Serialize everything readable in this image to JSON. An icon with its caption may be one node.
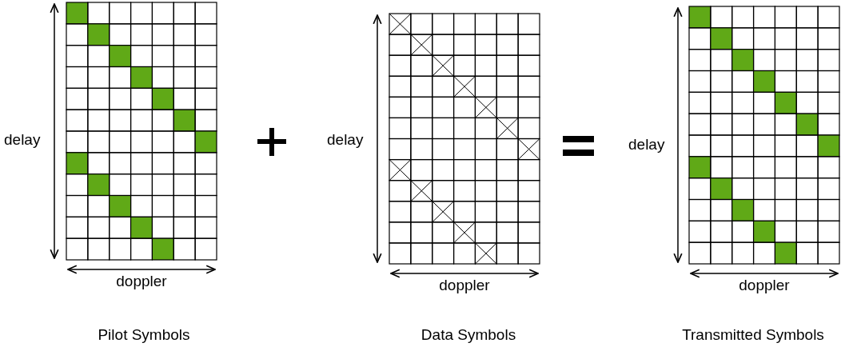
{
  "diagram": {
    "labels": [
      "delay",
      "doppler",
      "Pilot Symbols",
      "delay",
      "doppler",
      "Data Symbols",
      "delay",
      "doppler",
      "Transmitted Symbols"
    ]
  }
}
